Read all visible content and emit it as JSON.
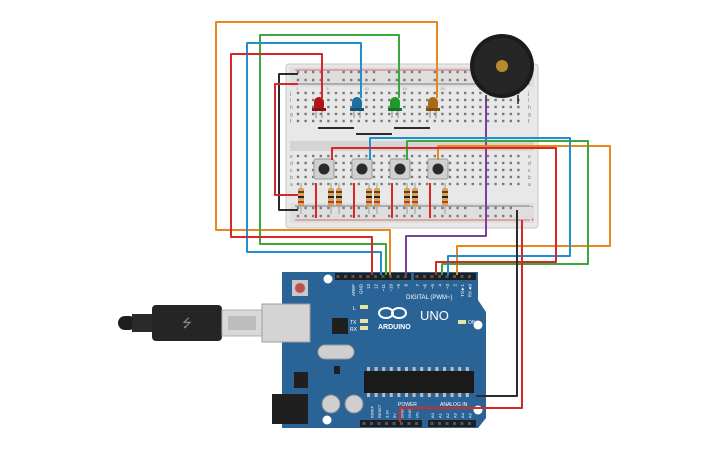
{
  "arduino": {
    "brand": "ARDUINO",
    "model": "UNO",
    "section_digital": "DIGITAL (PWM~)",
    "section_power": "POWER",
    "section_analog": "ANALOG IN",
    "led_tx": "TX",
    "led_rx": "RX",
    "led_l": "L",
    "led_on": "ON",
    "digital_pins": [
      "AREF",
      "GND",
      "13",
      "12",
      "~11",
      "~10",
      "~9",
      "8",
      "7",
      "~6",
      "~5",
      "4",
      "~3",
      "2",
      "TX►1",
      "RX◄0"
    ],
    "power_pins": [
      "IOREF",
      "RESET",
      "3.3V",
      "5V",
      "GND",
      "GND",
      "Vin"
    ],
    "analog_pins": [
      "A0",
      "A1",
      "A2",
      "A3",
      "A4",
      "A5"
    ]
  },
  "breadboard": {
    "row_letters_top": [
      "j",
      "i",
      "h",
      "g",
      "f"
    ],
    "row_letters_bottom": [
      "e",
      "d",
      "c",
      "b",
      "a"
    ],
    "rail_plus": "+",
    "rail_minus": "-",
    "column_numbers": [
      "1",
      "5",
      "10",
      "15",
      "20",
      "25",
      "30"
    ]
  },
  "colors": {
    "board": "#2a6496",
    "breadboard": "#e6e6e6",
    "wire_red": "#d62828",
    "wire_black": "#2b2b2b",
    "wire_blue": "#1f8fd0",
    "wire_green": "#3aa83a",
    "wire_orange": "#e8871e",
    "wire_purple": "#7b3fa0",
    "led_red": "#b3141a",
    "led_blue": "#1d6fa0",
    "led_green": "#1f9a2a",
    "led_yellow": "#a86a12"
  },
  "components": {
    "leds": [
      "red",
      "blue",
      "green",
      "yellow"
    ],
    "buttons": 4,
    "resistors": 8,
    "buzzer": 1
  }
}
